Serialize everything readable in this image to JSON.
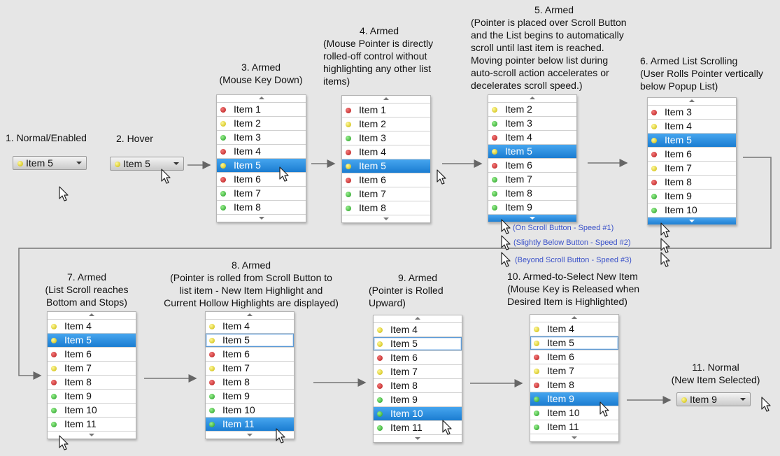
{
  "colors": {
    "highlight": "#1f80d3",
    "note": "#3b52c9",
    "red": "#c21d1d",
    "yellow": "#d8c800",
    "green": "#27a827"
  },
  "captions": [
    {
      "id": "c1",
      "lines": [
        "1. Normal/Enabled"
      ]
    },
    {
      "id": "c2",
      "lines": [
        "2. Hover"
      ]
    },
    {
      "id": "c3",
      "lines": [
        "3. Armed",
        "(Mouse Key Down)"
      ]
    },
    {
      "id": "c4",
      "lines": [
        "4. Armed",
        "(Mouse Pointer is directly",
        "rolled-off control without",
        "highlighting any other list",
        "items)"
      ]
    },
    {
      "id": "c5",
      "lines": [
        "5. Armed",
        "(Pointer is placed over Scroll Button",
        "and the List begins to automatically",
        "scroll until last item is reached.",
        "Moving pointer below list during",
        "auto-scroll action accelerates or",
        "decelerates scroll speed.)"
      ]
    },
    {
      "id": "c6",
      "lines": [
        "6. Armed List Scrolling",
        "(User Rolls Pointer vertically",
        "below Popup List)"
      ]
    },
    {
      "id": "c7",
      "lines": [
        "7. Armed",
        "(List Scroll reaches",
        "Bottom and Stops)"
      ]
    },
    {
      "id": "c8",
      "lines": [
        "8. Armed",
        "(Pointer is rolled from Scroll Button to",
        "list item - New Item Highlight and",
        "Current Hollow Highlights are displayed)"
      ]
    },
    {
      "id": "c9",
      "lines": [
        "9. Armed",
        "(Pointer is Rolled",
        "Upward)"
      ]
    },
    {
      "id": "c10",
      "lines": [
        "10. Armed-to-Select New Item",
        "(Mouse Key is Released when",
        "Desired Item is Highlighted)"
      ]
    },
    {
      "id": "c11",
      "lines": [
        "11. Normal",
        "(New Item Selected)"
      ]
    }
  ],
  "notes": [
    "(On Scroll Button - Speed #1)",
    "(Slightly Below Button - Speed #2)",
    "(Beyond Scroll Button - Speed #3)"
  ],
  "combos": [
    {
      "id": "combo1",
      "label": "Item 5",
      "dot": "yellow"
    },
    {
      "id": "combo2",
      "label": "Item 5",
      "dot": "yellow"
    },
    {
      "id": "combo11",
      "label": "Item 9",
      "dot": "yellow"
    }
  ],
  "lists": [
    {
      "id": "list3",
      "items": [
        [
          "Item 1",
          "red"
        ],
        [
          "Item 2",
          "yellow"
        ],
        [
          "Item 3",
          "green"
        ],
        [
          "Item 4",
          "red"
        ],
        [
          "Item 5",
          "yellow",
          "hl"
        ],
        [
          "Item 6",
          "red"
        ],
        [
          "Item 7",
          "green"
        ],
        [
          "Item 8",
          "green"
        ]
      ]
    },
    {
      "id": "list4",
      "items": [
        [
          "Item 1",
          "red"
        ],
        [
          "Item 2",
          "yellow"
        ],
        [
          "Item 3",
          "green"
        ],
        [
          "Item 4",
          "red"
        ],
        [
          "Item 5",
          "yellow",
          "hl"
        ],
        [
          "Item 6",
          "red"
        ],
        [
          "Item 7",
          "green"
        ],
        [
          "Item 8",
          "green"
        ]
      ]
    },
    {
      "id": "list5",
      "items": [
        [
          "Item 2",
          "yellow"
        ],
        [
          "Item 3",
          "green"
        ],
        [
          "Item 4",
          "red"
        ],
        [
          "Item 5",
          "yellow",
          "hl"
        ],
        [
          "Item 6",
          "red"
        ],
        [
          "Item 7",
          "green"
        ],
        [
          "Item 8",
          "green"
        ],
        [
          "Item 9",
          "green"
        ]
      ],
      "blueBottom": true
    },
    {
      "id": "list6",
      "items": [
        [
          "Item 3",
          "red"
        ],
        [
          "Item 4",
          "yellow"
        ],
        [
          "Item 5",
          "yellow",
          "hl"
        ],
        [
          "Item 6",
          "red"
        ],
        [
          "Item 7",
          "yellow"
        ],
        [
          "Item 8",
          "red"
        ],
        [
          "Item 9",
          "green"
        ],
        [
          "Item 10",
          "green"
        ]
      ],
      "blueBottom": true
    },
    {
      "id": "list7",
      "items": [
        [
          "Item 4",
          "yellow"
        ],
        [
          "Item 5",
          "yellow",
          "hl"
        ],
        [
          "Item 6",
          "red"
        ],
        [
          "Item 7",
          "yellow"
        ],
        [
          "Item 8",
          "red"
        ],
        [
          "Item 9",
          "green"
        ],
        [
          "Item 10",
          "green"
        ],
        [
          "Item 11",
          "green"
        ]
      ]
    },
    {
      "id": "list8",
      "items": [
        [
          "Item 4",
          "yellow"
        ],
        [
          "Item 5",
          "yellow",
          "hollow"
        ],
        [
          "Item 6",
          "red"
        ],
        [
          "Item 7",
          "yellow"
        ],
        [
          "Item 8",
          "red"
        ],
        [
          "Item 9",
          "green"
        ],
        [
          "Item 10",
          "green"
        ],
        [
          "Item 11",
          "green",
          "hl"
        ]
      ]
    },
    {
      "id": "list9",
      "items": [
        [
          "Item 4",
          "yellow"
        ],
        [
          "Item 5",
          "yellow",
          "hollow"
        ],
        [
          "Item 6",
          "red"
        ],
        [
          "Item 7",
          "yellow"
        ],
        [
          "Item 8",
          "red"
        ],
        [
          "Item 9",
          "green"
        ],
        [
          "Item 10",
          "green",
          "hl"
        ],
        [
          "Item 11",
          "green"
        ]
      ]
    },
    {
      "id": "list10",
      "items": [
        [
          "Item 4",
          "yellow"
        ],
        [
          "Item 5",
          "yellow",
          "hollow"
        ],
        [
          "Item 6",
          "red"
        ],
        [
          "Item 7",
          "yellow"
        ],
        [
          "Item 8",
          "red"
        ],
        [
          "Item 9",
          "green",
          "hl"
        ],
        [
          "Item 10",
          "green"
        ],
        [
          "Item 11",
          "green"
        ]
      ]
    }
  ]
}
